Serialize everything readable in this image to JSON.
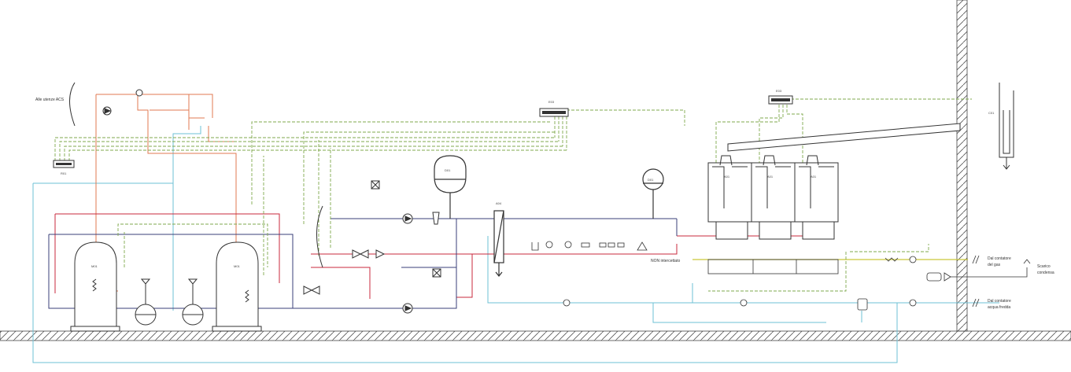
{
  "colors": {
    "hot": "#e07a52",
    "supply": "#c8283c",
    "return": "#3a3f78",
    "cold": "#6ec0d4",
    "signal": "#7fa94c",
    "gas": "#c9c63a",
    "equip": "#333333"
  },
  "labels": {
    "utenze": "Alle utenze ACS",
    "gas_meter_line1": "Dal contatore",
    "gas_meter_line2": "del gas",
    "drain_line1": "Scarico",
    "drain_line2": "condensa",
    "water_meter_line1": "Dal contatore",
    "water_meter_line2": "acqua fredda",
    "intercepted": "NON intercettato"
  },
  "tags": {
    "left_controller": "R01",
    "mid_controller": "E03",
    "right_controller": "E03",
    "flue": "C01",
    "boiler_1": "A01",
    "boiler_2": "A01",
    "boiler_3": "A01",
    "tank_1": "M01",
    "tank_2": "M01",
    "separator": "A04",
    "exp_vessel_1": "D01",
    "exp_vessel_2": "D01"
  },
  "icons": [
    "pump-icon",
    "valve-icon",
    "check-valve-icon",
    "thermometer-icon",
    "manometer-icon",
    "filter-icon",
    "hatch-ground-icon"
  ]
}
